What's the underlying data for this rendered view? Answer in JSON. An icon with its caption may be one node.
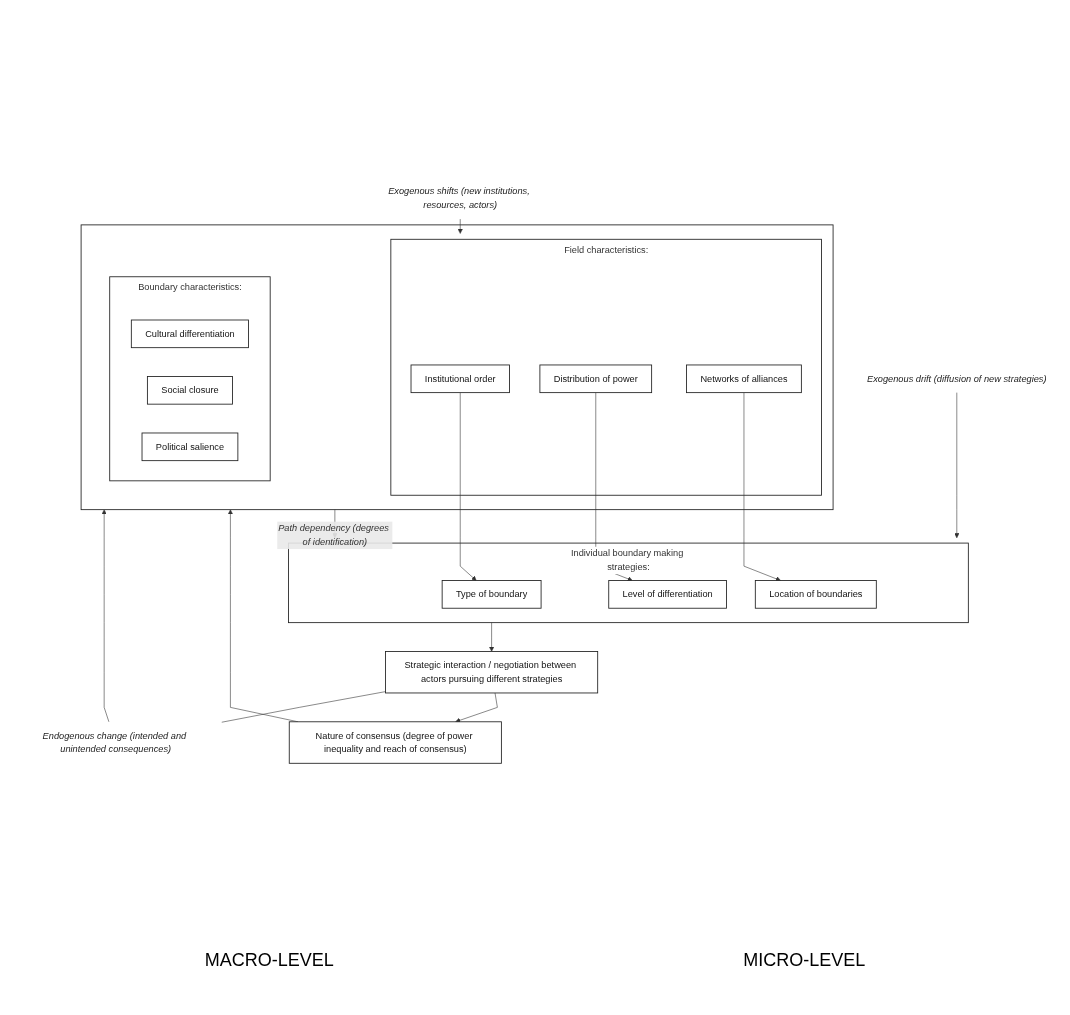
{
  "diagram": {
    "nodes": [
      {
        "text": [
          "Exogenous shifts (new institutions, resources, actors)"
        ]
      },
      {
        "text": [],
        "shape": "box"
      },
      {
        "text": [
          "Field characteristics:"
        ],
        "in": 1
      },
      {
        "text": [
          "Institutional order"
        ],
        "in": 2
      },
      {
        "text": [
          "Distribution of power"
        ],
        "in": 2
      },
      {
        "text": [
          "Networks of alliances"
        ],
        "in": 2
      },
      {
        "text": [
          "Boundary characteristics:"
        ],
        "in": 1
      },
      {
        "text": [
          "Cultural differentiation"
        ],
        "in": 6
      },
      {
        "text": [
          "Social closure"
        ],
        "in": 6
      },
      {
        "text": [
          "Political salience"
        ],
        "in": 6
      },
      {
        "text": [
          "Exogenous drift (diffusion of new strategies)"
        ]
      },
      {
        "text": [
          "Individual boundary making strategies:"
        ]
      },
      {
        "text": [
          "Type of boundary"
        ],
        "in": 11
      },
      {
        "text": [
          "Level of differentiation"
        ],
        "in": 11
      },
      {
        "text": [
          "Location of boundaries"
        ],
        "in": 11
      },
      {
        "text": [
          "Endogenous change (intended and unintended consequences)"
        ]
      },
      {
        "text": [
          "Strategic interaction / negotiation between actors pursuing different strategies"
        ]
      },
      {
        "text": [
          "Nature of consensus (degree of power inequality and reach of consensus)"
        ]
      }
    ],
    "edges": [
      {
        "from": 0,
        "to": 2,
        "arrow": "to"
      },
      {
        "from": 3,
        "to": 12,
        "arrow": "to"
      },
      {
        "from": 4,
        "to": 13,
        "arrow": "to"
      },
      {
        "from": 5,
        "to": 14,
        "arrow": "to"
      },
      {
        "from": 10,
        "to": 11,
        "arrow": "to"
      },
      {
        "from": 11,
        "to": 16,
        "arrow": "to"
      },
      {
        "from": 16,
        "to": 17,
        "arrow": "to"
      },
      {
        "from": 17,
        "to": 1,
        "arrow": "to"
      },
      {
        "from": 16,
        "to": 15,
        "arrow": "none"
      },
      {
        "from": 15,
        "to": 1,
        "arrow": "to"
      },
      {
        "from": 1,
        "to": 11,
        "arrow": "to",
        "label": "Path dependency (degrees of identification)"
      }
    ],
    "labels": [
      "MACRO-LEVEL",
      "MICRO-LEVEL"
    ]
  }
}
